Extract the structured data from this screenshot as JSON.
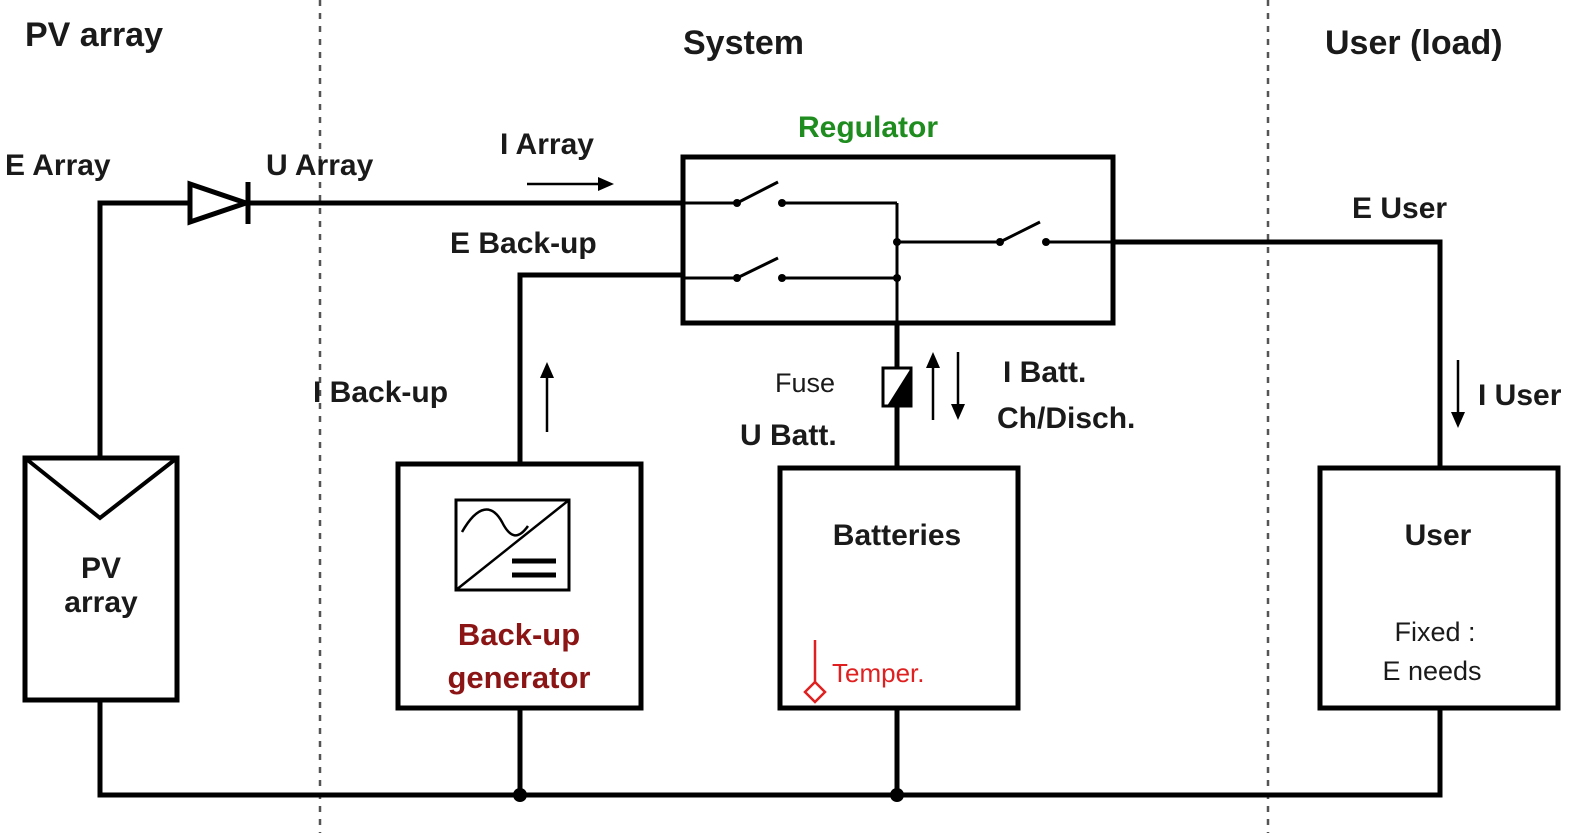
{
  "sections": {
    "pv": "PV array",
    "system": "System",
    "user": "User (load)"
  },
  "labels": {
    "e_array": "E Array",
    "u_array": "U Array",
    "i_array": "I Array",
    "regulator": "Regulator",
    "e_backup": "E Back-up",
    "e_user": "E User",
    "i_backup": "I Back-up",
    "fuse": "Fuse",
    "i_batt": "I Batt.",
    "ch_disch": "Ch/Disch.",
    "u_batt": "U Batt.",
    "i_user": "I User"
  },
  "blocks": {
    "pv_line1": "PV",
    "pv_line2": "array",
    "gen_line1": "Back-up",
    "gen_line2": "generator",
    "batteries": "Batteries",
    "temper": "Temper.",
    "user": "User",
    "user_fixed": "Fixed :",
    "user_needs": "E needs"
  },
  "colors": {
    "regulator_label": "#1e8c1e",
    "generator_label": "#8b1414",
    "temperature": "#e02020"
  }
}
